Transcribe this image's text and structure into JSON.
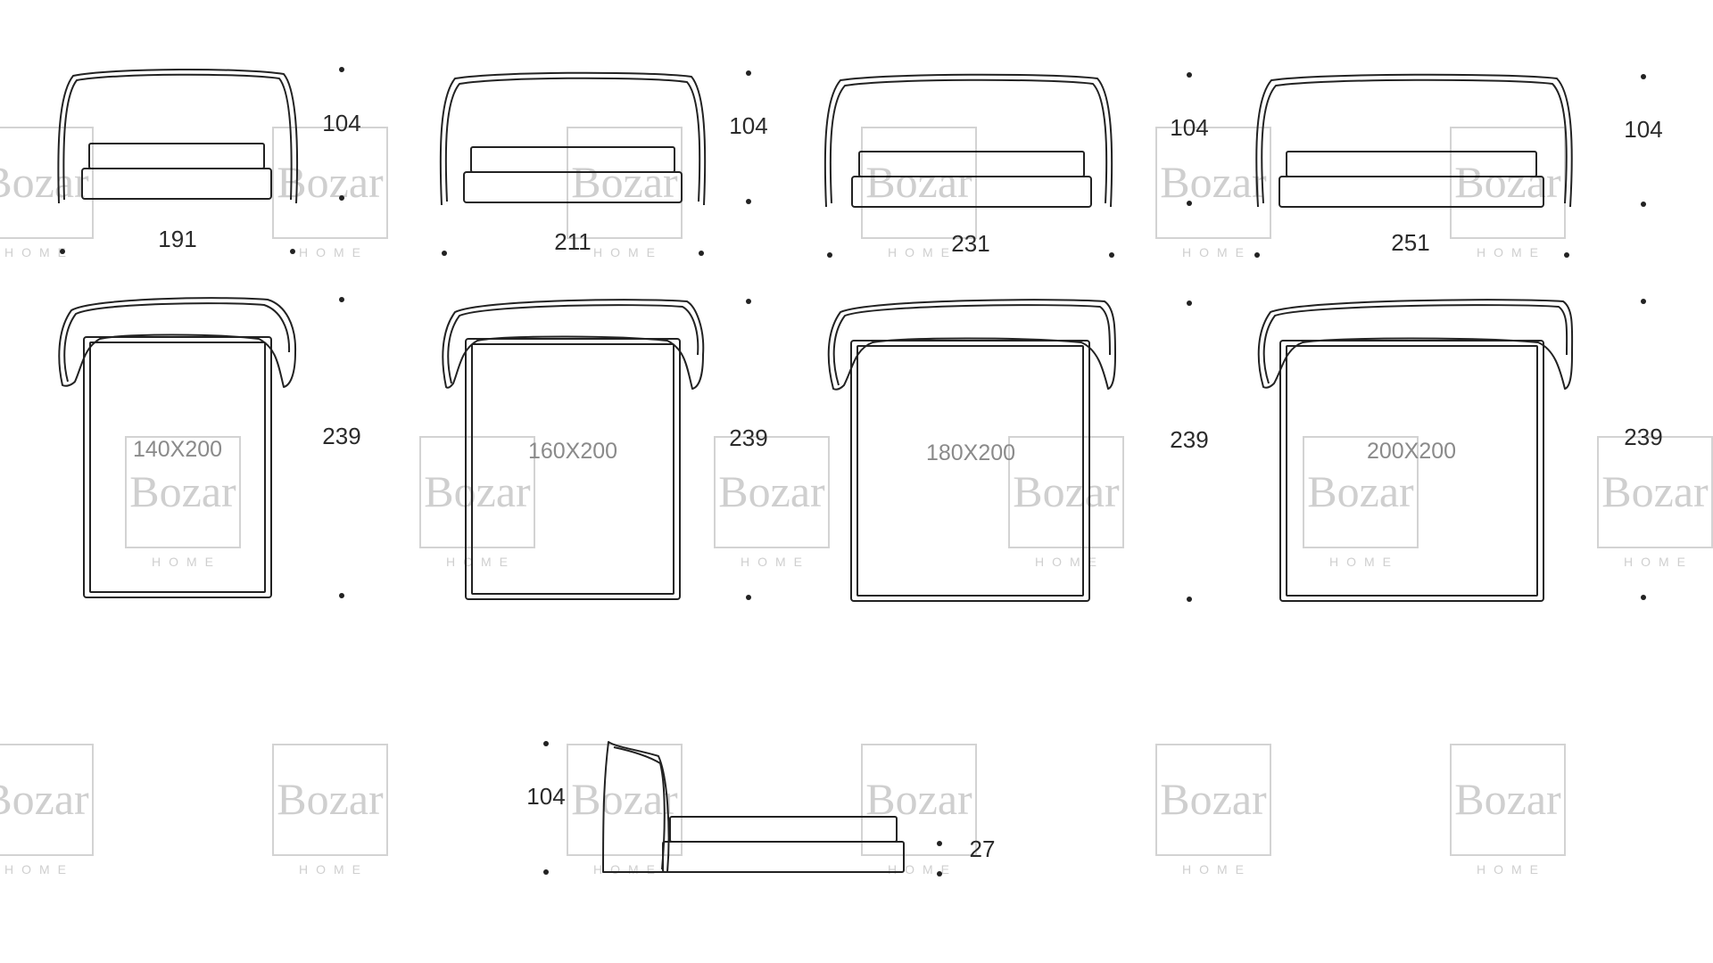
{
  "watermark": {
    "brand": "Bozar",
    "sub": "HOME"
  },
  "front_views": [
    {
      "width": "191",
      "height": "104"
    },
    {
      "width": "211",
      "height": "104"
    },
    {
      "width": "231",
      "height": "104"
    },
    {
      "width": "251",
      "height": "104"
    }
  ],
  "top_views": [
    {
      "mattress": "140X200",
      "length": "239"
    },
    {
      "mattress": "160X200",
      "length": "239"
    },
    {
      "mattress": "180X200",
      "length": "239"
    },
    {
      "mattress": "200X200",
      "length": "239"
    }
  ],
  "side_view": {
    "height": "104",
    "base_height": "27"
  }
}
